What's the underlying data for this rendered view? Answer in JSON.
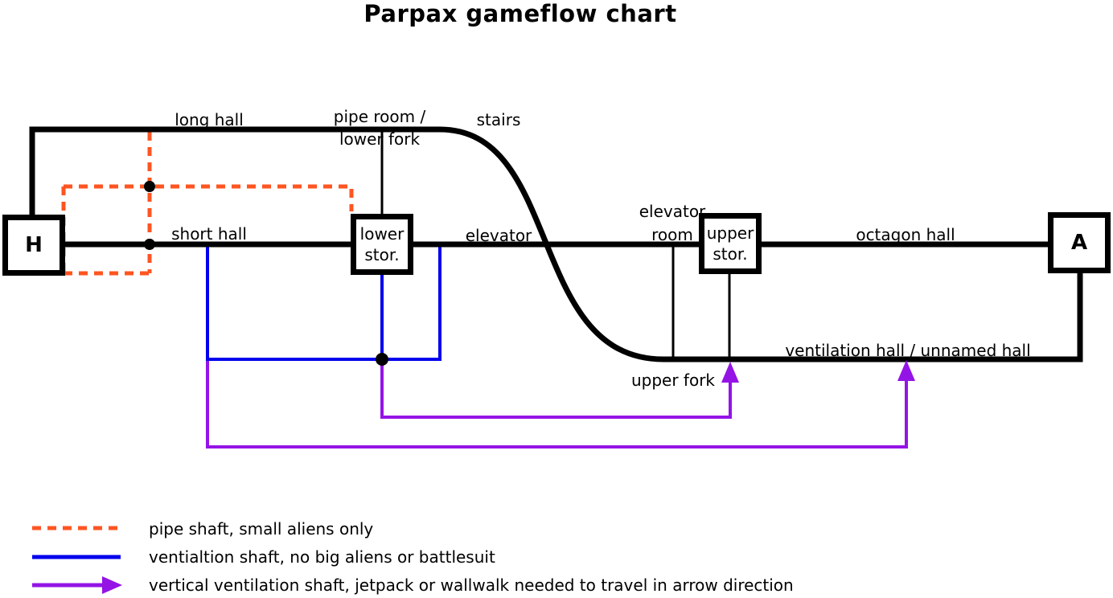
{
  "title": "Parpax gameflow chart",
  "colors": {
    "black": "#000000",
    "pipe_shaft": "#ff5522",
    "vent_shaft": "#0000ee",
    "vertical_vent": "#9414e6"
  },
  "nodes": {
    "h": {
      "label": "H"
    },
    "a": {
      "label": "A"
    },
    "lower_stor": {
      "line1": "lower",
      "line2": "stor."
    },
    "upper_stor": {
      "line1": "upper",
      "line2": "stor."
    }
  },
  "labels": {
    "long_hall": "long hall",
    "pipe_room_line1": "pipe room /",
    "pipe_room_line2": "lower fork",
    "stairs": "stairs",
    "short_hall": "short hall",
    "elevator": "elevator",
    "elevator_room_line1": "elevator",
    "elevator_room_line2": "room",
    "octagon_hall": "octagon hall",
    "ventilation_hall": "ventilation hall / unnamed hall",
    "upper_fork": "upper fork"
  },
  "legend": {
    "items": [
      {
        "symbol": "orange-dashed-line",
        "label": "pipe shaft, small aliens only"
      },
      {
        "symbol": "blue-solid-line",
        "label": "ventialtion shaft, no big aliens or battlesuit"
      },
      {
        "symbol": "purple-arrow",
        "label": "vertical ventilation shaft, jetpack or wallwalk needed to travel in arrow direction"
      }
    ]
  }
}
